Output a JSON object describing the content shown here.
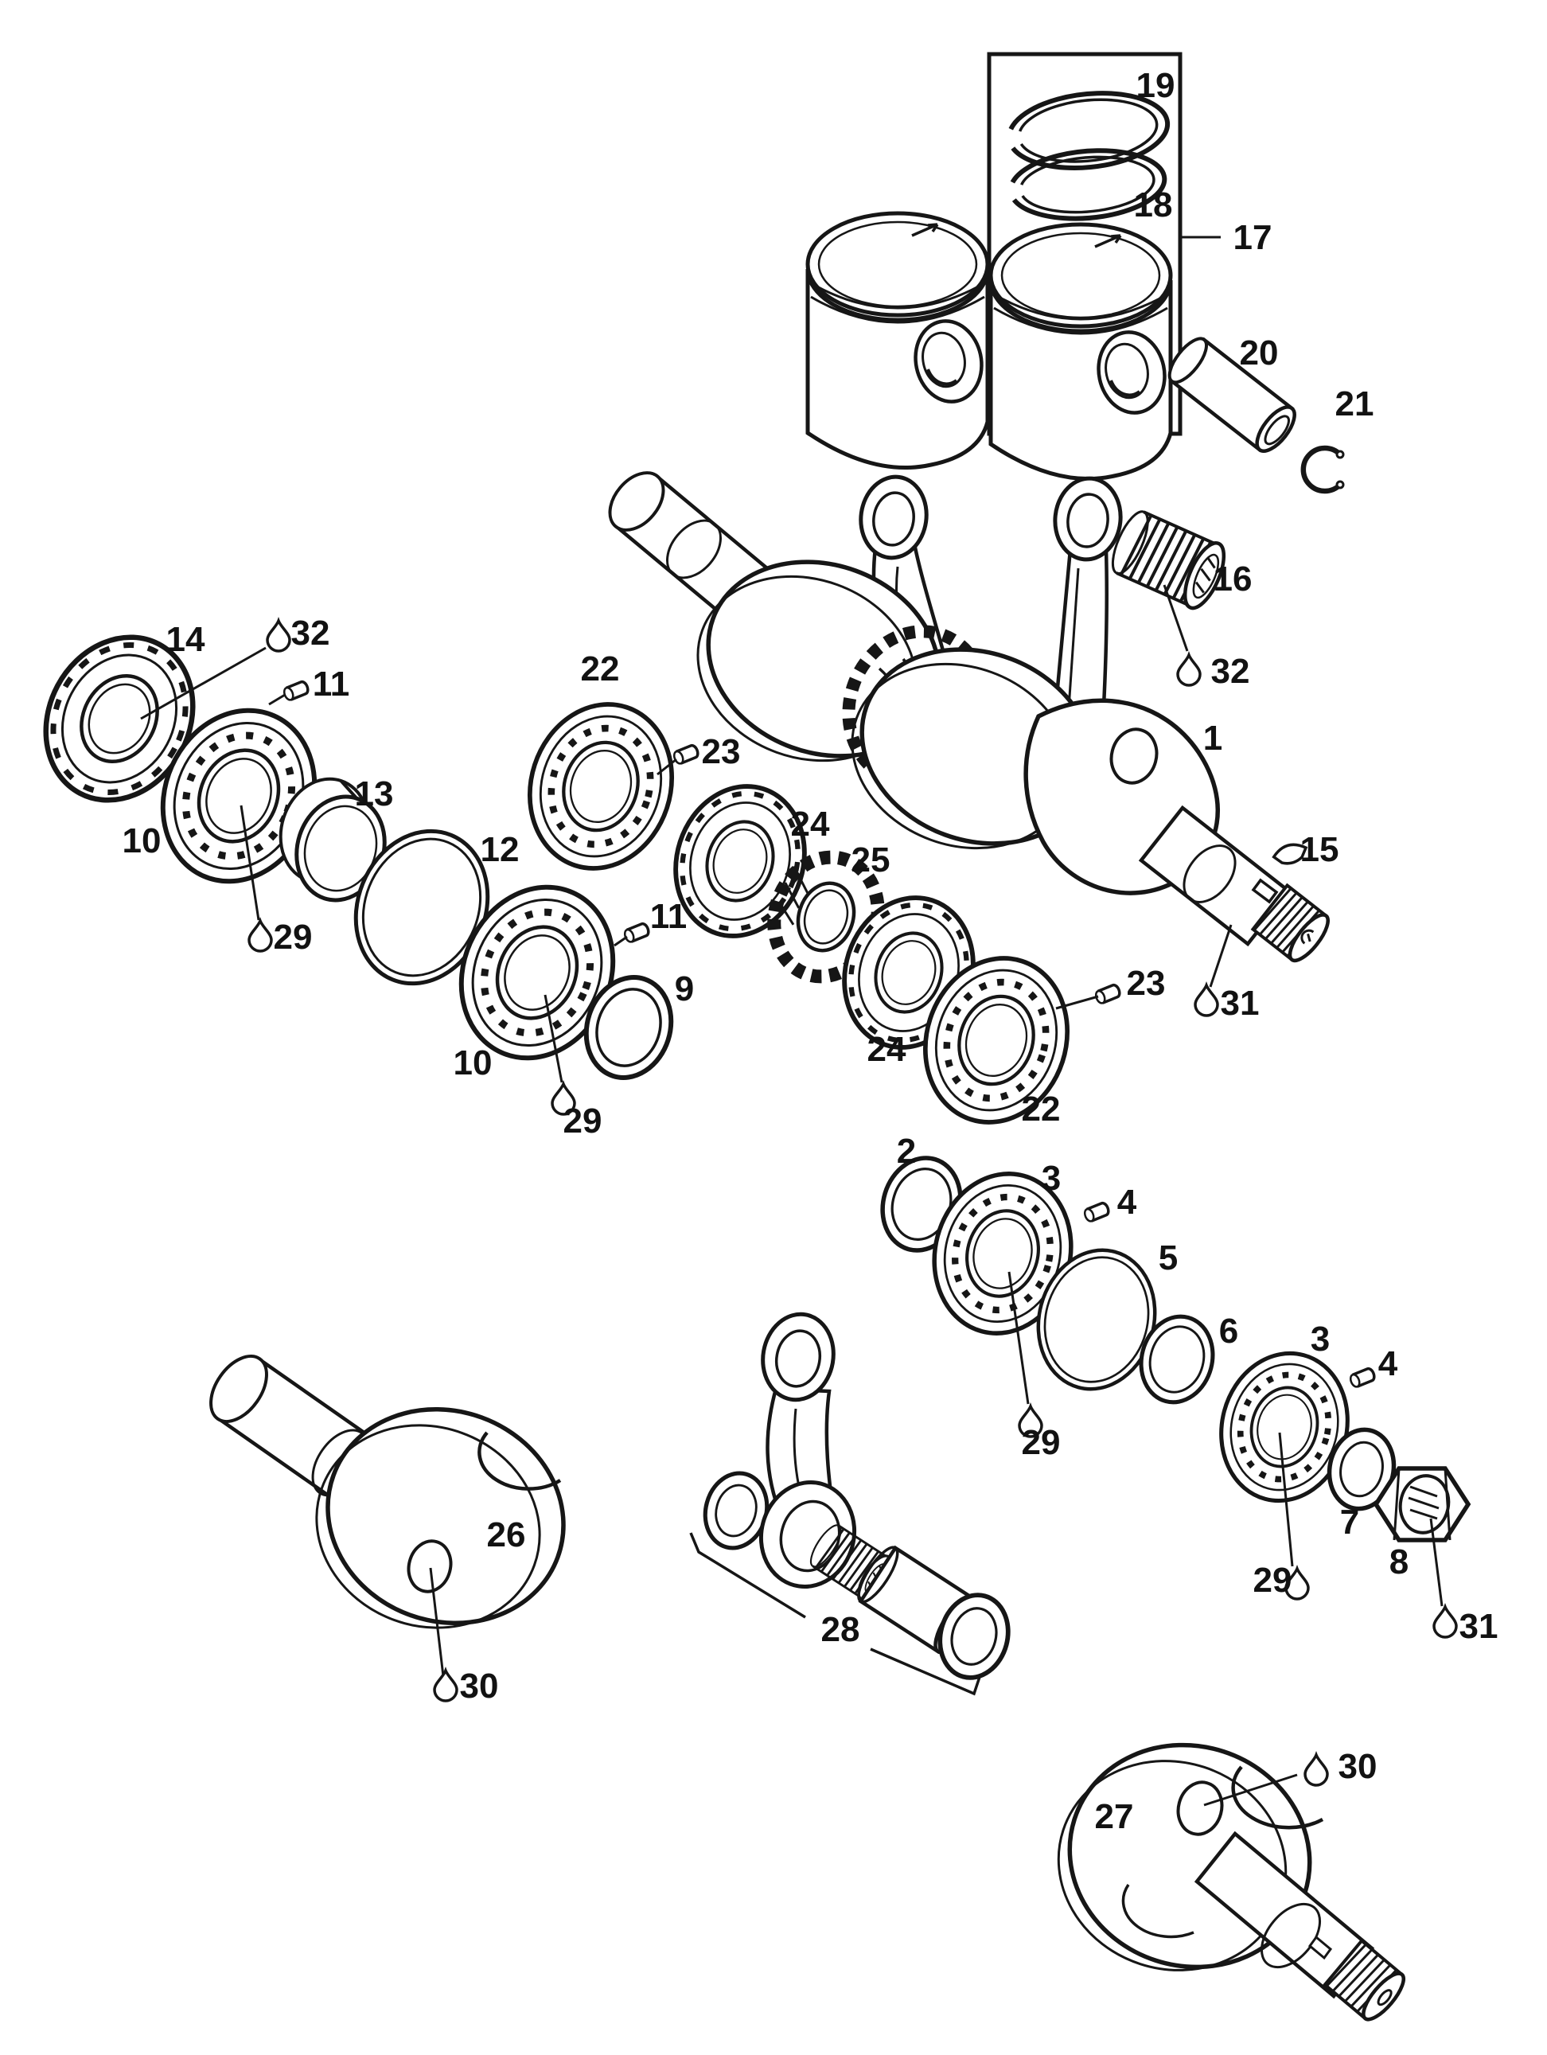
{
  "colors": {
    "ink": "#161616",
    "paper": "#ffffff"
  },
  "callouts": [
    {
      "label": "19"
    },
    {
      "label": "18"
    },
    {
      "label": "17"
    },
    {
      "label": "20"
    },
    {
      "label": "21"
    },
    {
      "label": "16"
    },
    {
      "label": "32",
      "icon": "oil-drop"
    },
    {
      "label": "1"
    },
    {
      "label": "14"
    },
    {
      "label": "32",
      "icon": "oil-drop"
    },
    {
      "label": "11"
    },
    {
      "label": "10"
    },
    {
      "label": "13"
    },
    {
      "label": "29",
      "icon": "oil-drop"
    },
    {
      "label": "22"
    },
    {
      "label": "23"
    },
    {
      "label": "12"
    },
    {
      "label": "24"
    },
    {
      "label": "25"
    },
    {
      "label": "11"
    },
    {
      "label": "9"
    },
    {
      "label": "10"
    },
    {
      "label": "29",
      "icon": "oil-drop"
    },
    {
      "label": "24"
    },
    {
      "label": "22"
    },
    {
      "label": "23"
    },
    {
      "label": "15"
    },
    {
      "label": "31",
      "icon": "oil-drop"
    },
    {
      "label": "2"
    },
    {
      "label": "3"
    },
    {
      "label": "4"
    },
    {
      "label": "5"
    },
    {
      "label": "6"
    },
    {
      "label": "29",
      "icon": "oil-drop"
    },
    {
      "label": "3"
    },
    {
      "label": "4"
    },
    {
      "label": "7"
    },
    {
      "label": "8"
    },
    {
      "label": "29",
      "icon": "oil-drop"
    },
    {
      "label": "31",
      "icon": "oil-drop"
    },
    {
      "label": "26"
    },
    {
      "label": "30",
      "icon": "oil-drop"
    },
    {
      "label": "28"
    },
    {
      "label": "27"
    },
    {
      "label": "30",
      "icon": "oil-drop"
    }
  ]
}
